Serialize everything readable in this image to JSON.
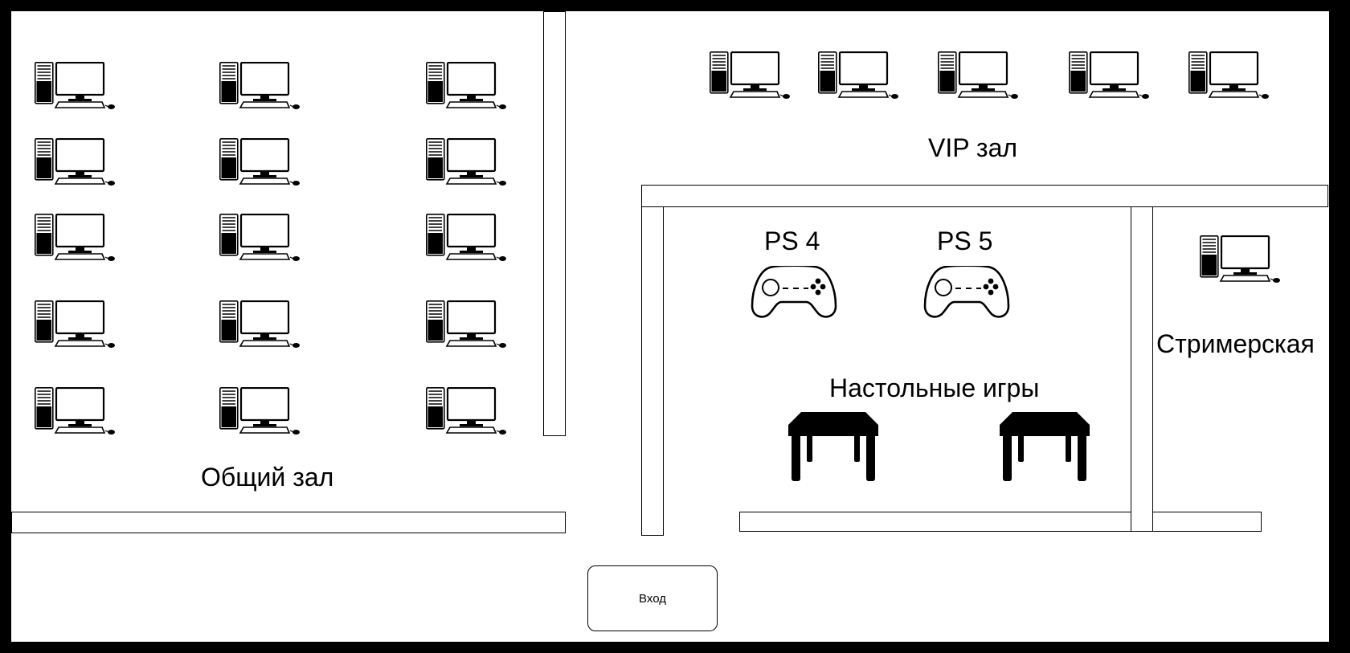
{
  "rooms": {
    "main_hall": {
      "label": "Общий зал",
      "pc_count": 15
    },
    "vip_hall": {
      "label": "VIP зал",
      "pc_count": 5
    },
    "board_games": {
      "label": "Настольные игры",
      "table_count": 2
    },
    "consoles": [
      "PS 4",
      "PS 5"
    ],
    "streamer": {
      "label": "Стримерская",
      "pc_count": 1
    }
  },
  "entrance": {
    "label": "Вход"
  },
  "icons": {
    "pc": "desktop-computer-icon",
    "console": "gamepad-icon",
    "table": "table-icon"
  },
  "colors": {
    "background": "#000000",
    "floor": "#ffffff",
    "stroke": "#000000"
  }
}
